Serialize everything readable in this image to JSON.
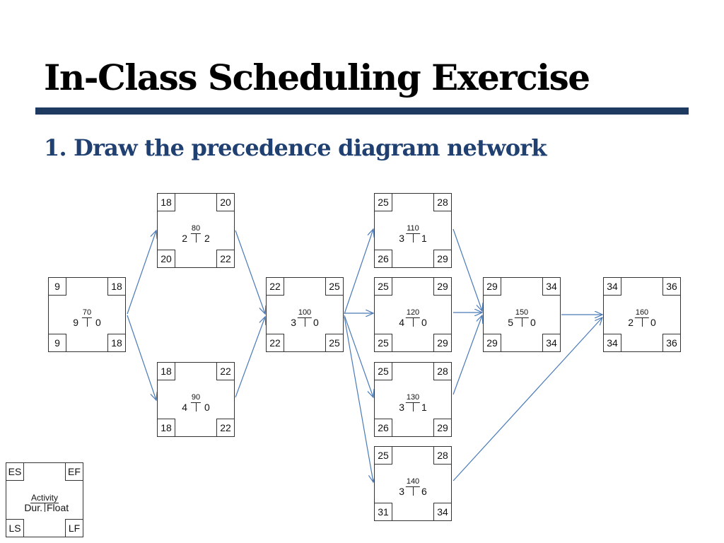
{
  "slide": {
    "title": "In-Class Scheduling Exercise",
    "subtitle": "1. Draw the precedence diagram network",
    "rule_color": "#1f3a60",
    "subtitle_color": "#1f4070",
    "arrow_color": "#4a7ab8"
  },
  "nodes": {
    "n70": {
      "activity": "70",
      "dur": "9",
      "float": "0",
      "es": "9",
      "ef": "18",
      "ls": "9",
      "lf": "18"
    },
    "n80": {
      "activity": "80",
      "dur": "2",
      "float": "2",
      "es": "18",
      "ef": "20",
      "ls": "20",
      "lf": "22"
    },
    "n90": {
      "activity": "90",
      "dur": "4",
      "float": "0",
      "es": "18",
      "ef": "22",
      "ls": "18",
      "lf": "22"
    },
    "n100": {
      "activity": "100",
      "dur": "3",
      "float": "0",
      "es": "22",
      "ef": "25",
      "ls": "22",
      "lf": "25"
    },
    "n110": {
      "activity": "110",
      "dur": "3",
      "float": "1",
      "es": "25",
      "ef": "28",
      "ls": "26",
      "lf": "29"
    },
    "n120": {
      "activity": "120",
      "dur": "4",
      "float": "0",
      "es": "25",
      "ef": "29",
      "ls": "25",
      "lf": "29"
    },
    "n130": {
      "activity": "130",
      "dur": "3",
      "float": "1",
      "es": "25",
      "ef": "28",
      "ls": "26",
      "lf": "29"
    },
    "n140": {
      "activity": "140",
      "dur": "3",
      "float": "6",
      "es": "25",
      "ef": "28",
      "ls": "31",
      "lf": "34"
    },
    "n150": {
      "activity": "150",
      "dur": "5",
      "float": "0",
      "es": "29",
      "ef": "34",
      "ls": "29",
      "lf": "34"
    },
    "n160": {
      "activity": "160",
      "dur": "2",
      "float": "0",
      "es": "34",
      "ef": "36",
      "ls": "34",
      "lf": "36"
    }
  },
  "edges": [
    {
      "from": "70",
      "to": "80"
    },
    {
      "from": "70",
      "to": "90"
    },
    {
      "from": "80",
      "to": "100"
    },
    {
      "from": "90",
      "to": "100"
    },
    {
      "from": "100",
      "to": "110"
    },
    {
      "from": "100",
      "to": "120"
    },
    {
      "from": "100",
      "to": "130"
    },
    {
      "from": "100",
      "to": "140"
    },
    {
      "from": "110",
      "to": "150"
    },
    {
      "from": "120",
      "to": "150"
    },
    {
      "from": "130",
      "to": "150"
    },
    {
      "from": "150",
      "to": "160"
    },
    {
      "from": "140",
      "to": "160"
    }
  ],
  "legend": {
    "es": "ES",
    "ef": "EF",
    "ls": "LS",
    "lf": "LF",
    "activity": "Activity",
    "dur": "Dur.",
    "float": "Float"
  }
}
